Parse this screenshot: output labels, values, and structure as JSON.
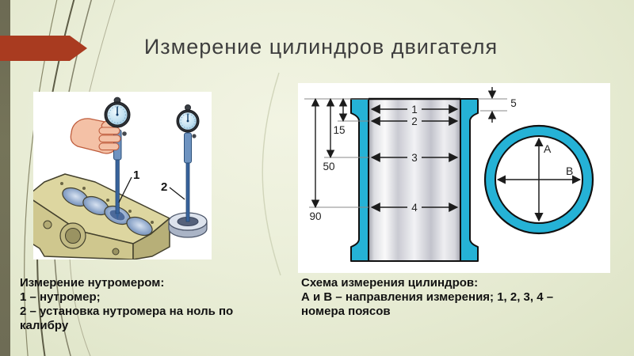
{
  "slide": {
    "title": "Измерение цилиндров двигателя",
    "accent_arrow_color": "#a93b20",
    "edge_bar_color": "#6e6c55",
    "background_color": "#eaeed8"
  },
  "left_figure": {
    "description": "hand holding bore gauge over engine block, second gauge in setting ring",
    "labels": {
      "gauge1": "1",
      "gauge2": "2"
    },
    "caption": {
      "heading": "Измерение нутромером:",
      "lines": [
        "1 – нутромер;",
        "2 – установка нутромера на ноль по",
        "калибру"
      ]
    }
  },
  "right_figure": {
    "description": "cylinder liner cross-section with measurement belts and top view circle",
    "cyan_color": "#25b2d6",
    "dimensions": {
      "d5": "5",
      "d15": "15",
      "d50": "50",
      "d90": "90"
    },
    "belts": [
      "1",
      "2",
      "3",
      "4"
    ],
    "directions": {
      "a": "А",
      "b": "В"
    },
    "caption": {
      "heading": "Схема измерения цилиндров:",
      "lines": [
        "А и В – направления измерения; 1, 2, 3, 4 –",
        "номера поясов"
      ]
    }
  }
}
